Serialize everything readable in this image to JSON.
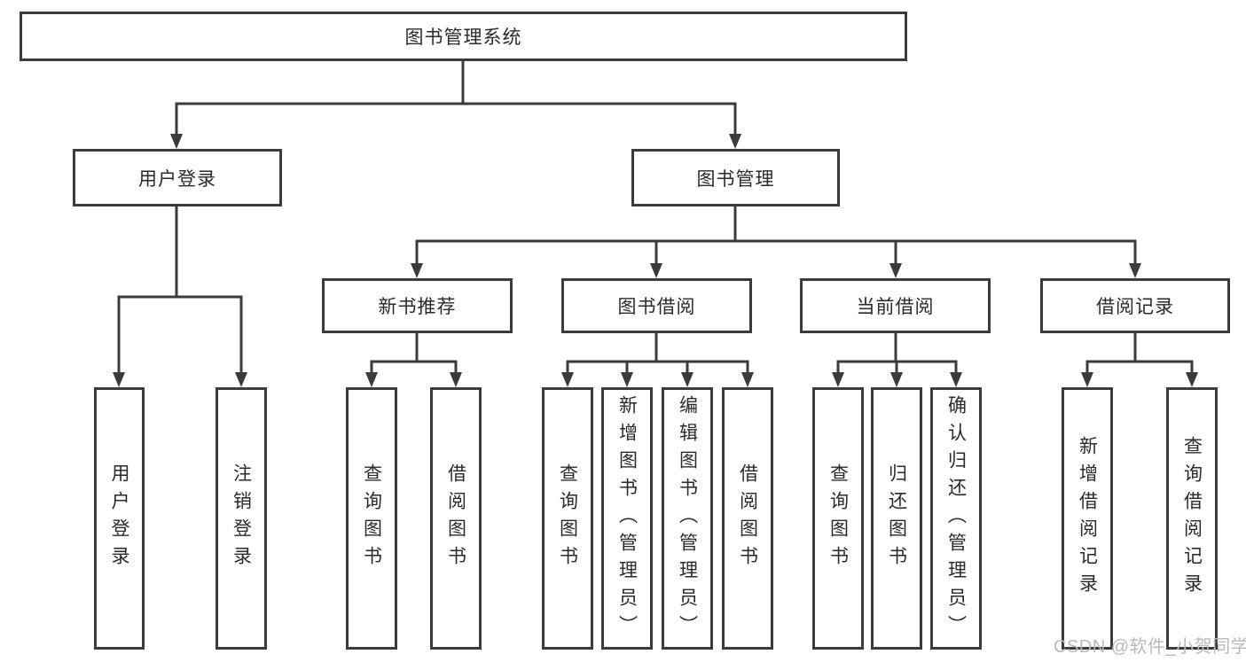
{
  "diagram": {
    "root": {
      "label": "图书管理系统"
    },
    "level2": [
      {
        "label": "用户登录"
      },
      {
        "label": "图书管理"
      }
    ],
    "level3": [
      {
        "label": "新书推荐"
      },
      {
        "label": "图书借阅"
      },
      {
        "label": "当前借阅"
      },
      {
        "label": "借阅记录"
      }
    ],
    "leaves": {
      "user_login": [
        "用户登录",
        "注销登录"
      ],
      "new_books": [
        "查询图书",
        "借阅图书"
      ],
      "book_borrowing": [
        "查询图书",
        "新增图书（管理员）",
        "编辑图书（管理员）",
        "借阅图书"
      ],
      "current_borrowing": [
        "查询图书",
        "归还图书",
        "确认归还（管理员）"
      ],
      "borrow_records": [
        "新增借阅记录",
        "查询借阅记录"
      ]
    },
    "watermark": {
      "text": "CSDN @软件_小贺同学"
    },
    "colors": {
      "line": "#3b3b3b",
      "text": "#2a2a2a",
      "watermark": "#b9b9b9",
      "background": "#ffffff"
    }
  }
}
